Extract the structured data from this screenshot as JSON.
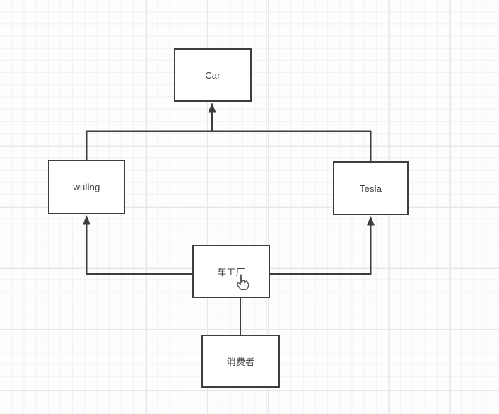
{
  "canvas": {
    "background_color": "#fdfdfe",
    "grid_minor_color": "#f1f1f4",
    "grid_major_color": "#e7e7ea",
    "stroke_color": "#3d3d3d",
    "node_fill_color": "#ffffff",
    "node_text_color": "#404040"
  },
  "diagram": {
    "type": "flowchart",
    "nodes": [
      {
        "id": "car",
        "label": "Car"
      },
      {
        "id": "wuling",
        "label": "wuling"
      },
      {
        "id": "tesla",
        "label": "Tesla"
      },
      {
        "id": "factory",
        "label": "车工厂"
      },
      {
        "id": "consumer",
        "label": "消费者"
      }
    ],
    "edges": [
      {
        "from": "wuling",
        "to": "car",
        "arrow": "into-car-bottom"
      },
      {
        "from": "tesla",
        "to": "car",
        "arrow": "into-car-bottom"
      },
      {
        "from": "factory",
        "to": "wuling",
        "arrow": "into-wuling-bottom"
      },
      {
        "from": "factory",
        "to": "tesla",
        "arrow": "into-tesla-bottom"
      },
      {
        "from": "factory",
        "to": "consumer",
        "arrow": "none"
      }
    ]
  },
  "cursor": {
    "type": "hand-pointer"
  }
}
